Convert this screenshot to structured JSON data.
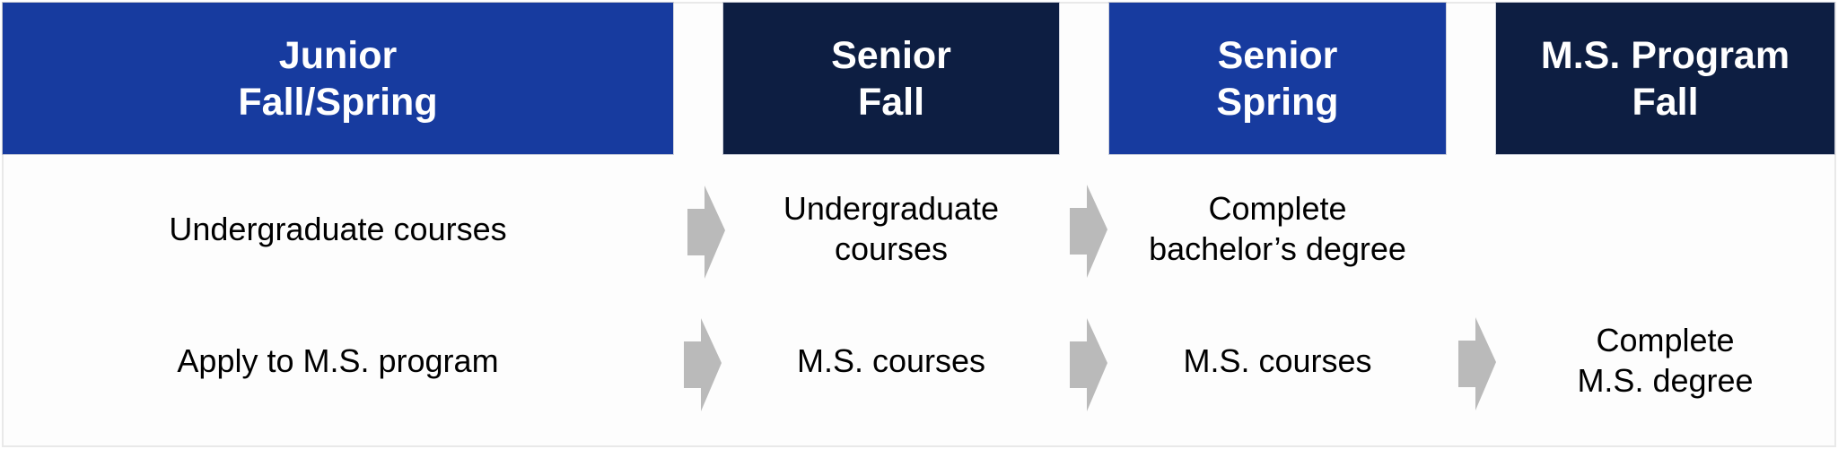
{
  "colors": {
    "header_blue": "#173b9f",
    "header_navy": "#0d1e42",
    "arrow_gray": "#bababa",
    "text": "#000000",
    "header_text": "#ffffff"
  },
  "headers": [
    {
      "label": "Junior\nFall/Spring",
      "color": "#173b9f"
    },
    {
      "label": "Senior\nFall",
      "color": "#0d1e42"
    },
    {
      "label": "Senior\nSpring",
      "color": "#173b9f"
    },
    {
      "label": "M.S. Program\nFall",
      "color": "#0d1e42"
    }
  ],
  "rows": [
    {
      "cells": [
        "Undergraduate courses",
        "Undergraduate\ncourses",
        "Complete\nbachelor’s degree",
        ""
      ]
    },
    {
      "cells": [
        "Apply to M.S. program",
        "M.S. courses",
        "M.S. courses",
        "Complete\nM.S. degree"
      ]
    }
  ],
  "arrows": {
    "icon": "right-arrow-icon",
    "row1_count": 2,
    "row2_count": 3
  }
}
